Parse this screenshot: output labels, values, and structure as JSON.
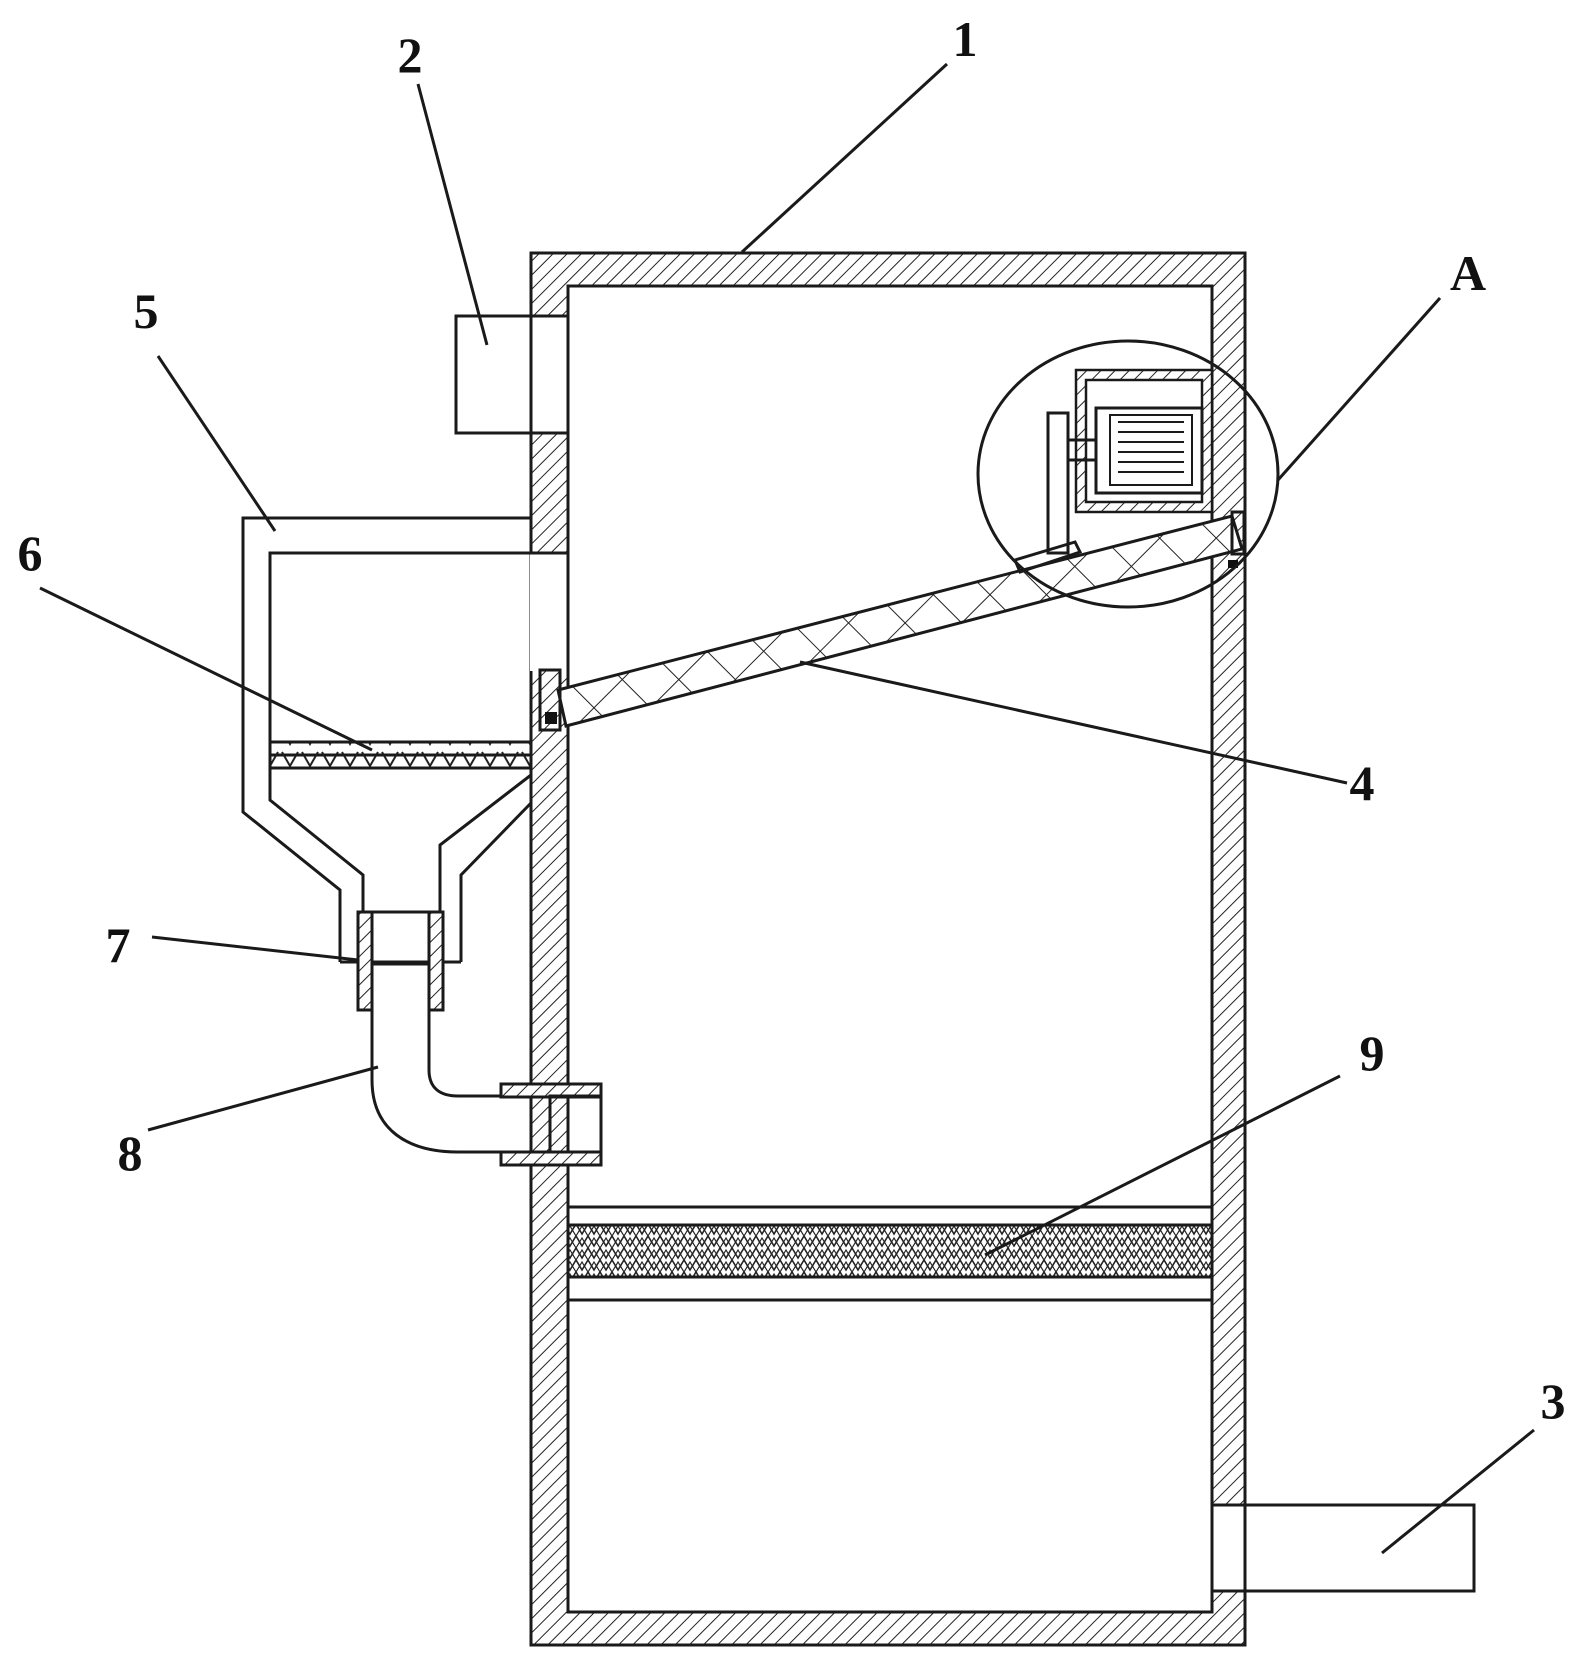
{
  "figure": {
    "labels": {
      "housing": "1",
      "inlet": "2",
      "outlet": "3",
      "inclined_screen": "4",
      "side_tank": "5",
      "tank_filter": "6",
      "sleeve": "7",
      "return_pipe": "8",
      "bottom_filter": "9",
      "detail": "A"
    }
  }
}
